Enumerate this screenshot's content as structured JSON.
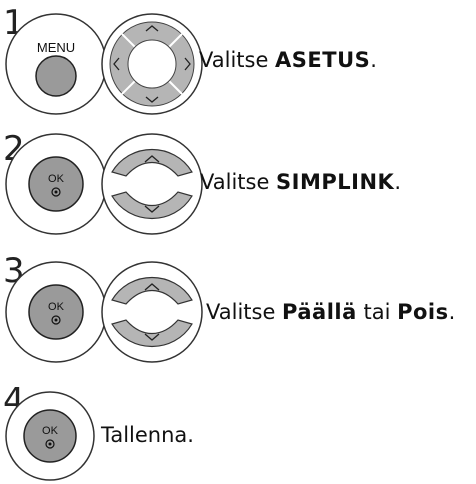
{
  "steps": [
    {
      "number": "1",
      "button": "MENU",
      "prefix": "Valitse ",
      "keyword": "ASETUS",
      "suffix": "."
    },
    {
      "number": "2",
      "button": "OK",
      "prefix": "Valitse ",
      "keyword": "SIMPLINK",
      "suffix": "."
    },
    {
      "number": "3",
      "button": "OK",
      "prefix": "Valitse ",
      "keyword": "Päällä",
      "middle": " tai ",
      "keyword2": "Pois",
      "suffix": "."
    },
    {
      "number": "4",
      "button": "OK",
      "text": "Tallenna."
    }
  ],
  "icons": {
    "step1_nav": "four-way-navigation-pad-icon",
    "step2_nav": "up-down-navigation-icon",
    "step3_nav": "up-down-navigation-icon",
    "ok_dot": "ok-dot-icon"
  }
}
